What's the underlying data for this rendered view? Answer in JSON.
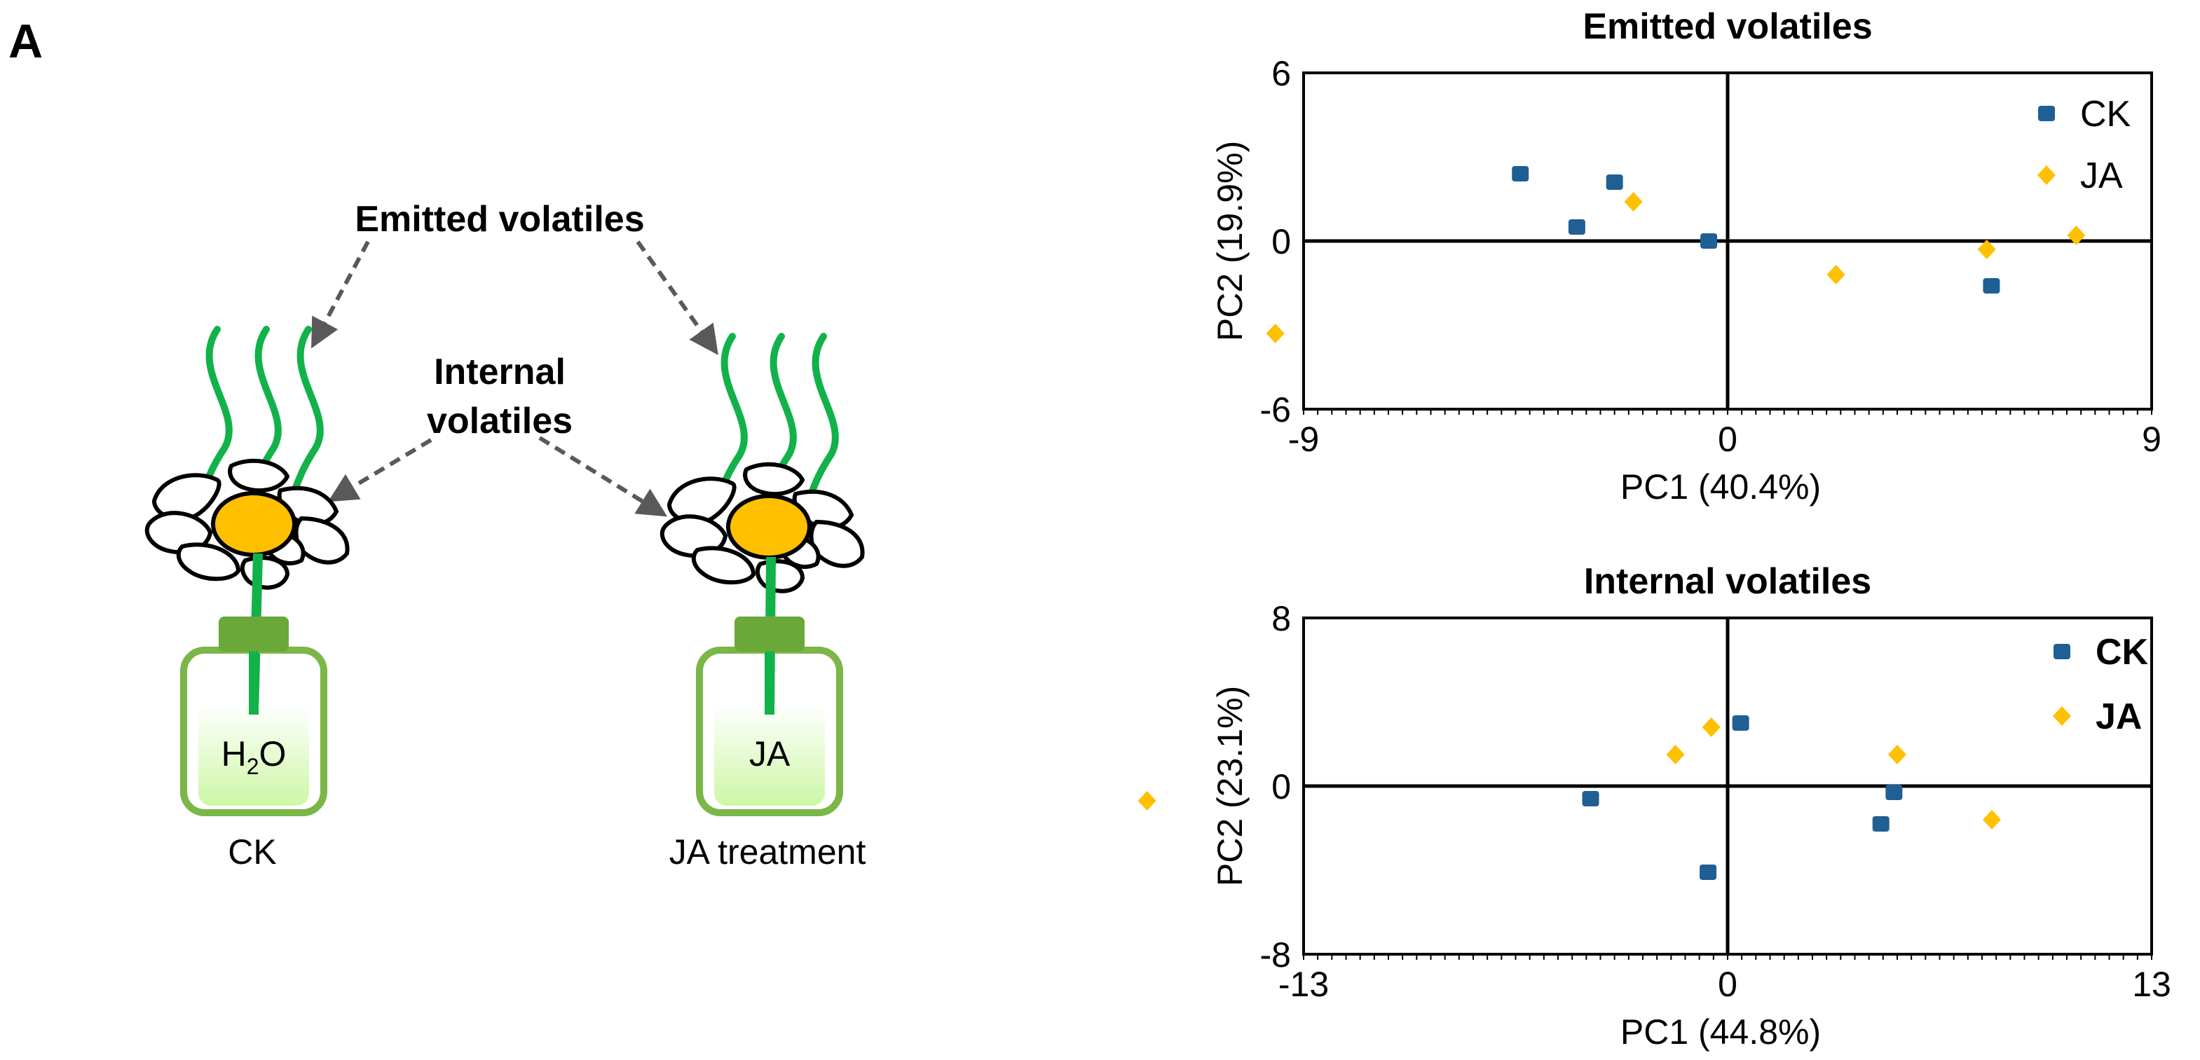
{
  "panel_label": "A",
  "illustration": {
    "emitted_label": "Emitted volatiles",
    "internal_label_line1": "Internal",
    "internal_label_line2": "volatiles",
    "left_bottle_text": "H",
    "left_bottle_sub": "2",
    "left_bottle_tail": "O",
    "left_caption": "CK",
    "right_bottle_text": "JA",
    "right_caption": "JA treatment",
    "colors": {
      "stem": "#12b24a",
      "center": "#ffc000",
      "bottle_border": "#7ab648",
      "bottle_fill_top": "#ffffff",
      "bottle_fill_bottom": "#cdf7a6",
      "cap": "#6aa83a",
      "arrow": "#595959"
    }
  },
  "chart_data": [
    {
      "type": "scatter",
      "title": "Emitted volatiles",
      "xlabel": "PC1 (40.4%)",
      "ylabel": "PC2 (19.9%)",
      "xlim": [
        -9,
        9
      ],
      "ylim": [
        -6,
        6
      ],
      "xticks": [
        "-9",
        "0",
        "9"
      ],
      "yticks": [
        "6",
        "0",
        "-6"
      ],
      "legend_position": "top-right",
      "legend_bold": false,
      "series": [
        {
          "name": "CK",
          "marker": "square",
          "color": "#1f5f94",
          "points": [
            [
              -4.4,
              2.4
            ],
            [
              -2.4,
              2.1
            ],
            [
              -3.2,
              0.5
            ],
            [
              -0.4,
              0.0
            ],
            [
              5.6,
              -1.6
            ]
          ]
        },
        {
          "name": "JA",
          "marker": "diamond",
          "color": "#ffc000",
          "points": [
            [
              -9.6,
              -3.3
            ],
            [
              -2.0,
              1.4
            ],
            [
              2.3,
              -1.2
            ],
            [
              5.5,
              -0.3
            ],
            [
              7.4,
              0.2
            ]
          ]
        }
      ]
    },
    {
      "type": "scatter",
      "title": "Internal volatiles",
      "xlabel": "PC1 (44.8%)",
      "ylabel": "PC2 (23.1%)",
      "xlim": [
        -13,
        13
      ],
      "ylim": [
        -8,
        8
      ],
      "xticks": [
        "-13",
        "0",
        "13"
      ],
      "yticks": [
        "8",
        "0",
        "-8"
      ],
      "legend_position": "top-right",
      "legend_bold": true,
      "series": [
        {
          "name": "CK",
          "marker": "square",
          "color": "#1f5f94",
          "points": [
            [
              0.4,
              3.0
            ],
            [
              -4.2,
              -0.6
            ],
            [
              5.1,
              -0.3
            ],
            [
              4.7,
              -1.8
            ],
            [
              -0.6,
              -4.1
            ]
          ]
        },
        {
          "name": "JA",
          "marker": "diamond",
          "color": "#ffc000",
          "points": [
            [
              -17.8,
              -0.7
            ],
            [
              -1.6,
              1.5
            ],
            [
              -0.5,
              2.8
            ],
            [
              5.2,
              1.5
            ],
            [
              8.1,
              -1.6
            ]
          ]
        }
      ]
    }
  ]
}
